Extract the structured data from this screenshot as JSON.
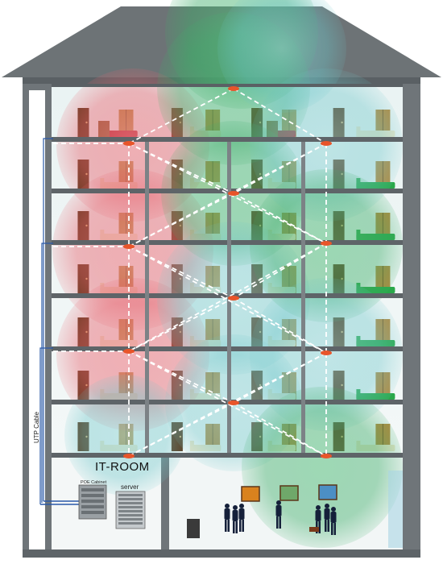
{
  "labels": {
    "it_room": "IT-ROOM",
    "poe_cabinet": "POE Cabinet",
    "server": "server",
    "utp_cable": "UTP Cable"
  },
  "colors": {
    "roof": "#6d7376",
    "wall": "#6f7579",
    "floor_slab": "#5e6468",
    "coverage_red": "#e8646f",
    "coverage_green": "#3fae6a",
    "coverage_teal": "#6cc6c9",
    "access_point": "#e8552a",
    "cable": "#2a59a8",
    "sofa_red": "#b4202c",
    "sofa_green": "#2aa84a",
    "bed_cream": "#e9e4c8",
    "door_brown": "#5b3518",
    "wardrobe_tan": "#b5893f"
  },
  "building": {
    "floors": 7,
    "columns": 4
  },
  "icons": {
    "access_point": "ceiling-access-point-icon",
    "person": "person-silhouette-icon",
    "picture": "framed-picture-icon"
  }
}
